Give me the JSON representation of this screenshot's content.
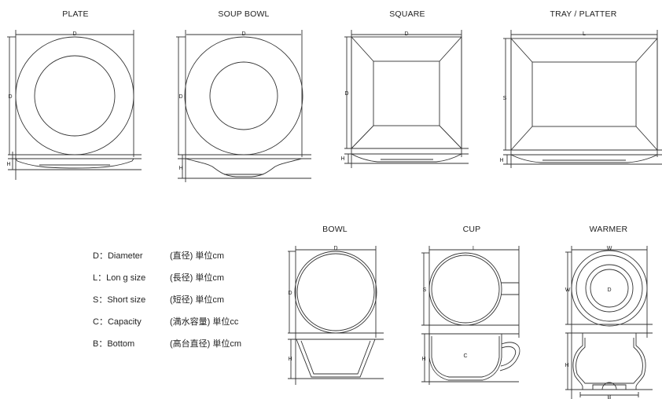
{
  "titles": {
    "plate": "PLATE",
    "soup_bowl": "SOUP BOWL",
    "square": "SQUARE",
    "tray_platter": "TRAY / PLATTER",
    "bowl": "BOWL",
    "cup": "CUP",
    "warmer": "WARMER"
  },
  "dims": {
    "d": "D",
    "h": "H",
    "l": "L",
    "s": "S",
    "w": "W",
    "c": "C",
    "b": "B"
  },
  "legend": [
    {
      "abbr": "D：Diameter",
      "unit": "(直径) 単位cm"
    },
    {
      "abbr": "L：Lon g size",
      "unit": "(長径) 単位cm"
    },
    {
      "abbr": "S：Short size",
      "unit": "(短径) 単位cm"
    },
    {
      "abbr": "C：Capacity",
      "unit": "(満水容量) 単位cc"
    },
    {
      "abbr": "B：Bottom",
      "unit": "(高台直径) 単位cm"
    }
  ]
}
